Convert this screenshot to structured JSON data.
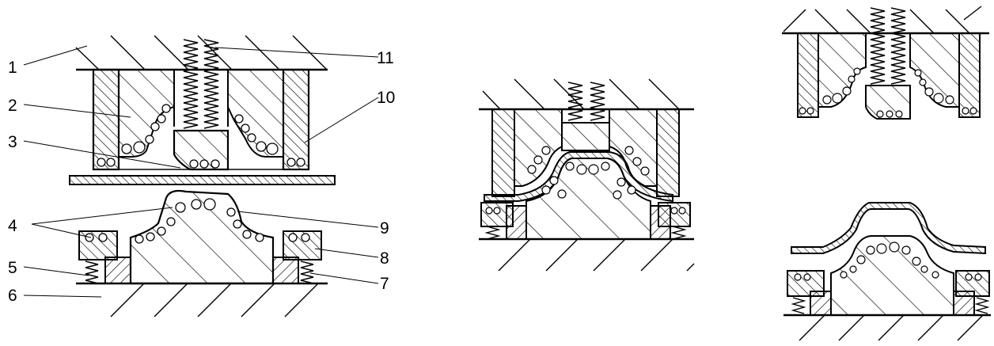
{
  "figure": {
    "callouts": [
      {
        "id": "1",
        "text": "1"
      },
      {
        "id": "2",
        "text": "2"
      },
      {
        "id": "3",
        "text": "3"
      },
      {
        "id": "4",
        "text": "4"
      },
      {
        "id": "5",
        "text": "5"
      },
      {
        "id": "6",
        "text": "6"
      },
      {
        "id": "7",
        "text": "7"
      },
      {
        "id": "8",
        "text": "8"
      },
      {
        "id": "9",
        "text": "9"
      },
      {
        "id": "10",
        "text": "10"
      },
      {
        "id": "11",
        "text": "11"
      }
    ],
    "stages": [
      "before-forming",
      "forming",
      "after-forming"
    ],
    "colors": {
      "ink": "#000000",
      "background": "#ffffff"
    }
  }
}
